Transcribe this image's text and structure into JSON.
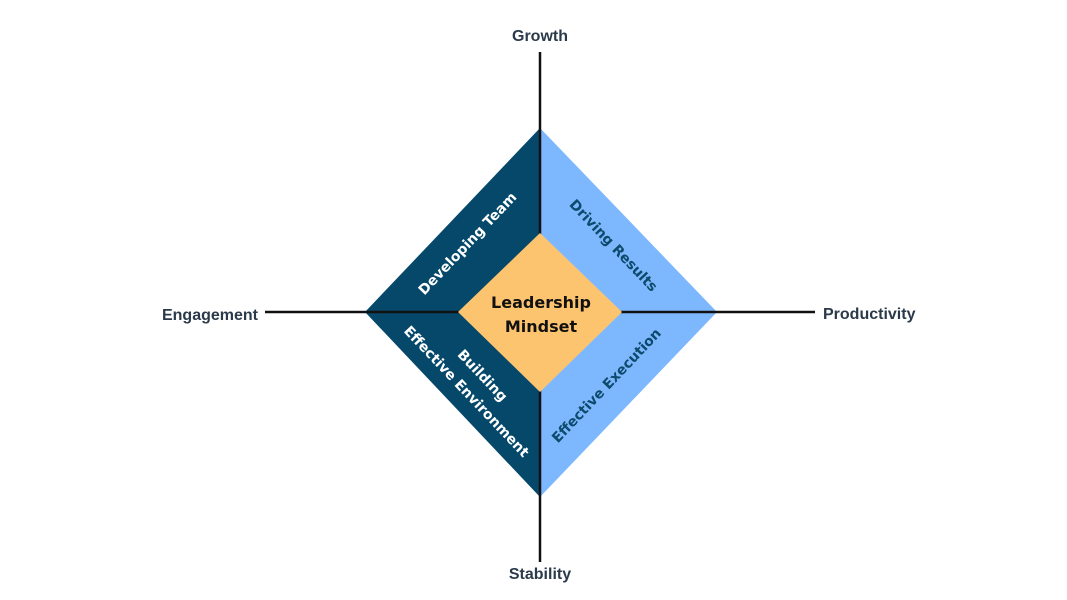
{
  "axes": {
    "top": "Growth",
    "bottom": "Stability",
    "left": "Engagement",
    "right": "Productivity"
  },
  "quadrants": {
    "top_left": {
      "label": "Developing Team",
      "fill": "#05486a",
      "text_color": "#ffffff"
    },
    "top_right": {
      "label": "Driving Results",
      "fill": "#7db8ff",
      "text_color": "#0d4a6b"
    },
    "bottom_left": {
      "line1": "Building",
      "line2": "Effective Environment",
      "fill": "#05486a",
      "text_color": "#ffffff"
    },
    "bottom_right": {
      "label": "Effective Execution",
      "fill": "#7db8ff",
      "text_color": "#0d4a6b"
    }
  },
  "center": {
    "line1": "Leadership",
    "line2": "Mindset",
    "fill": "#fdc46f"
  },
  "axis_color": "#111111"
}
